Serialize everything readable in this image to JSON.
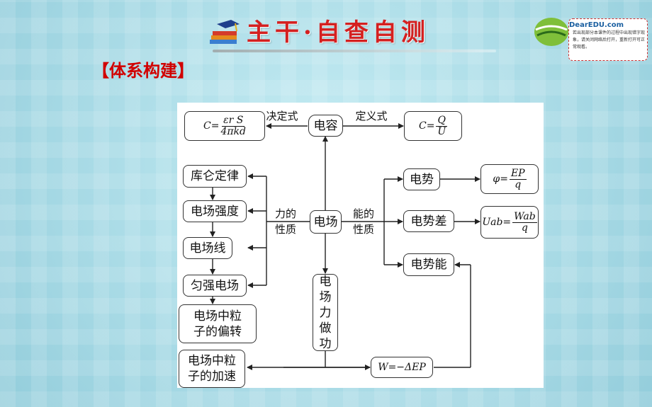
{
  "header": {
    "title": "主干·自查自测",
    "section": "【体系构建】"
  },
  "logo": {
    "brand": "DearEDU.com",
    "note": "若出现部分本课件的过程中出现错字现象，请关闭网络后打开，重新打开可正常观看。"
  },
  "nodes": {
    "capacitance": "电容",
    "field": "电场",
    "coulomb": "库仑定律",
    "intensity": "电场强度",
    "fieldline": "电场线",
    "uniform": "匀强电场",
    "deflect": "电场中粒子的偏转",
    "accel": "电场中粒子的加速",
    "work": "电场力做功",
    "potential": "电势",
    "pdiff": "电势差",
    "penergy": "电势能"
  },
  "labels": {
    "decisive": "决定式",
    "definition": "定义式",
    "force_prop": "力的性质",
    "energy_prop": "能的性质"
  },
  "formulas": {
    "c_decisive_left": "C=",
    "c_decisive_num": "εr S",
    "c_decisive_den": "4πkd",
    "c_def_left": "C=",
    "c_def_num": "Q",
    "c_def_den": "U",
    "phi_left": "φ=",
    "phi_num": "EP",
    "phi_den": "q",
    "u_left": "Uab=",
    "u_num": "Wab",
    "u_den": "q",
    "w": "W=−ΔEP"
  }
}
